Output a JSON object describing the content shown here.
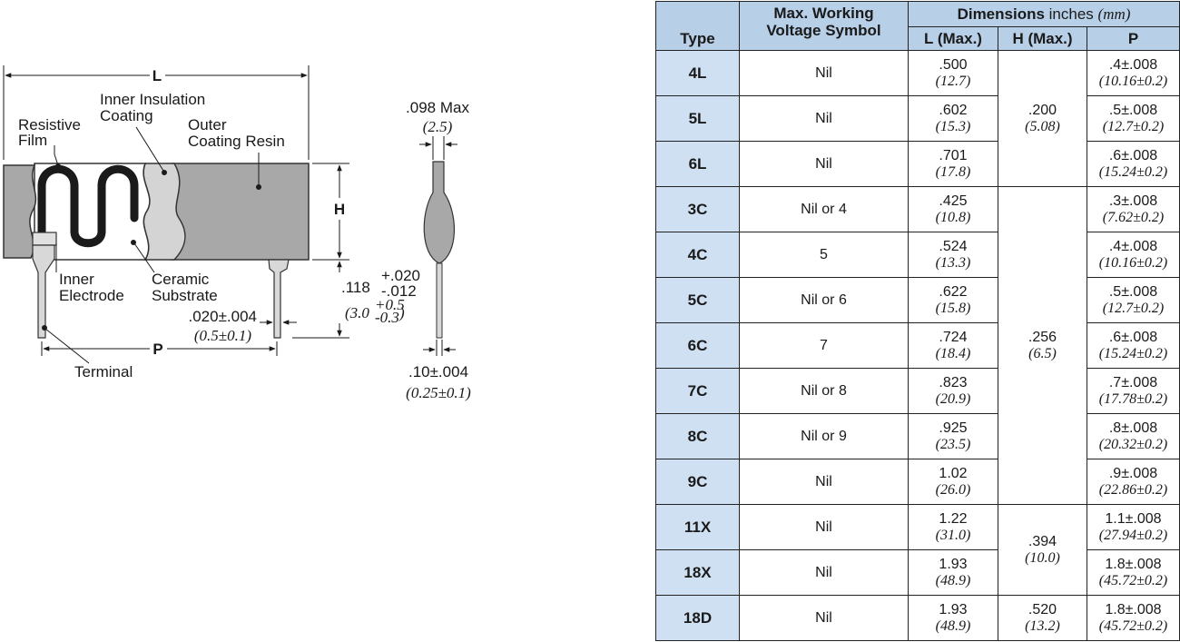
{
  "diagram": {
    "label_L": "L",
    "label_H": "H",
    "label_P": "P",
    "resistive_film": [
      "Resistive",
      "Film"
    ],
    "inner_insulation": [
      "Inner Insulation",
      "Coating"
    ],
    "outer_coating": [
      "Outer",
      "Coating Resin"
    ],
    "inner_electrode": [
      "Inner",
      "Electrode"
    ],
    "ceramic_substrate": [
      "Ceramic",
      "Substrate"
    ],
    "terminal": "Terminal",
    "lead_dia": ".020±.004",
    "lead_dia_mm": "(0.5±0.1)",
    "lead_len": ".118",
    "lead_len_tol_plus": "+.020",
    "lead_len_tol_minus": "-.012",
    "lead_len_mm": "(3.0",
    "lead_len_mm_plus": "+0.5",
    "lead_len_mm_minus": "-0.3",
    "lead_len_mm_close": ")",
    "thickness": ".098 Max",
    "thickness_mm": "(2.5)",
    "side_lead": ".10±.004",
    "side_lead_mm": "(0.25±0.1)"
  },
  "table": {
    "headers": {
      "type": "Type",
      "voltage_line1": "Max. Working",
      "voltage_line2": "Voltage Symbol",
      "dimensions_bold": "Dimensions",
      "dimensions_unit": "inches",
      "dimensions_mm": "(mm)",
      "l": "L (Max.)",
      "h": "H (Max.)",
      "p": "P"
    },
    "rows": [
      {
        "type": "4L",
        "voltage": "Nil",
        "l": ".500",
        "l_mm": "(12.7)",
        "p": ".4±.008",
        "p_mm": "(10.16±0.2)"
      },
      {
        "type": "5L",
        "voltage": "Nil",
        "l": ".602",
        "l_mm": "(15.3)",
        "p": ".5±.008",
        "p_mm": "(12.7±0.2)"
      },
      {
        "type": "6L",
        "voltage": "Nil",
        "l": ".701",
        "l_mm": "(17.8)",
        "p": ".6±.008",
        "p_mm": "(15.24±0.2)"
      },
      {
        "type": "3C",
        "voltage": "Nil or 4",
        "l": ".425",
        "l_mm": "(10.8)",
        "p": ".3±.008",
        "p_mm": "(7.62±0.2)"
      },
      {
        "type": "4C",
        "voltage": "5",
        "l": ".524",
        "l_mm": "(13.3)",
        "p": ".4±.008",
        "p_mm": "(10.16±0.2)"
      },
      {
        "type": "5C",
        "voltage": "Nil or 6",
        "l": ".622",
        "l_mm": "(15.8)",
        "p": ".5±.008",
        "p_mm": "(12.7±0.2)"
      },
      {
        "type": "6C",
        "voltage": "7",
        "l": ".724",
        "l_mm": "(18.4)",
        "p": ".6±.008",
        "p_mm": "(15.24±0.2)"
      },
      {
        "type": "7C",
        "voltage": "Nil or 8",
        "l": ".823",
        "l_mm": "(20.9)",
        "p": ".7±.008",
        "p_mm": "(17.78±0.2)"
      },
      {
        "type": "8C",
        "voltage": "Nil or 9",
        "l": ".925",
        "l_mm": "(23.5)",
        "p": ".8±.008",
        "p_mm": "(20.32±0.2)"
      },
      {
        "type": "9C",
        "voltage": "Nil",
        "l": "1.02",
        "l_mm": "(26.0)",
        "p": ".9±.008",
        "p_mm": "(22.86±0.2)"
      },
      {
        "type": "11X",
        "voltage": "Nil",
        "l": "1.22",
        "l_mm": "(31.0)",
        "p": "1.1±.008",
        "p_mm": "(27.94±0.2)"
      },
      {
        "type": "18X",
        "voltage": "Nil",
        "l": "1.93",
        "l_mm": "(48.9)",
        "p": "1.8±.008",
        "p_mm": "(45.72±0.2)"
      },
      {
        "type": "18D",
        "voltage": "Nil",
        "l": "1.93",
        "l_mm": "(48.9)",
        "p": "1.8±.008",
        "p_mm": "(45.72±0.2)"
      }
    ],
    "h_groups": [
      {
        "h": ".200",
        "h_mm": "(5.08)"
      },
      {
        "h": ".256",
        "h_mm": "(6.5)"
      },
      {
        "h": ".394",
        "h_mm": "(10.0)"
      },
      {
        "h": ".520",
        "h_mm": "(13.2)"
      }
    ]
  }
}
